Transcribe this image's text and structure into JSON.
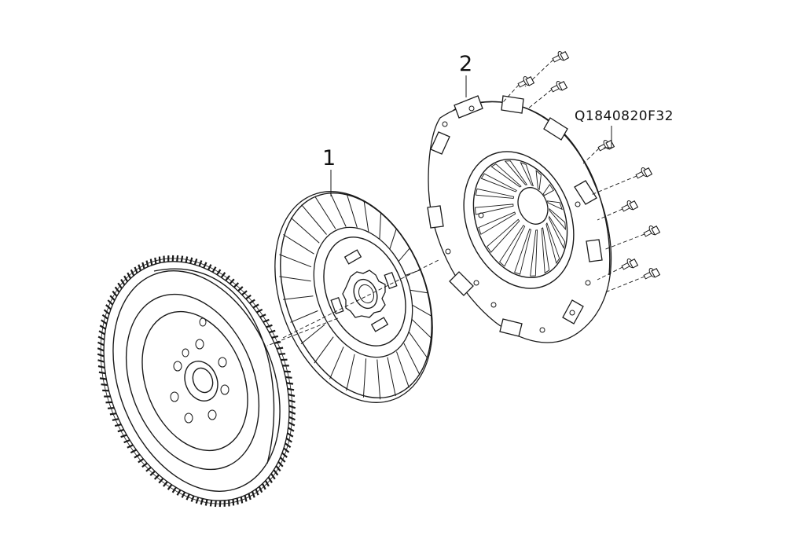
{
  "diagram": {
    "callouts": [
      {
        "label": "1"
      },
      {
        "label": "2"
      }
    ],
    "part_number": "Q1840820F32",
    "line_color": "#1a1a1a"
  }
}
